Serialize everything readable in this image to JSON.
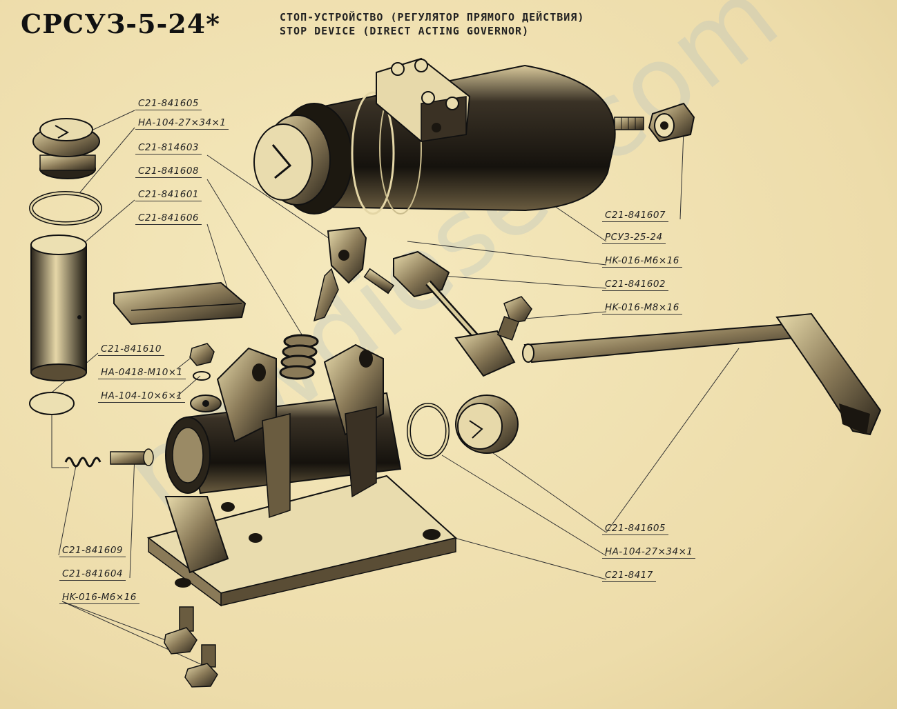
{
  "title": {
    "code": "СРСУЗ-5-24*",
    "ru": "СТОП-УСТРОЙСТВО (РЕГУЛЯТОР ПРЯМОГО ДЕЙСТВИЯ)",
    "en": "STOP DEVICE (DIRECT ACTING GOVERNOR)"
  },
  "watermark": "newdiesel.com",
  "labels_left": [
    "C21-841605",
    "HA-104-27×34×1",
    "C21-814603",
    "C21-841608",
    "C21-841601",
    "C21-841606",
    "C21-841610",
    "HA-0418-M10×1",
    "HA-104-10×6×1",
    "C21-841609",
    "C21-841604",
    "HK-016-M6×16"
  ],
  "labels_right": [
    "C21-841607",
    "PCУЗ-25-24",
    "HK-016-M6×16",
    "C21-841602",
    "HK-016-M8×16",
    "C21-841605",
    "HA-104-27×34×1",
    "C21-8417"
  ]
}
